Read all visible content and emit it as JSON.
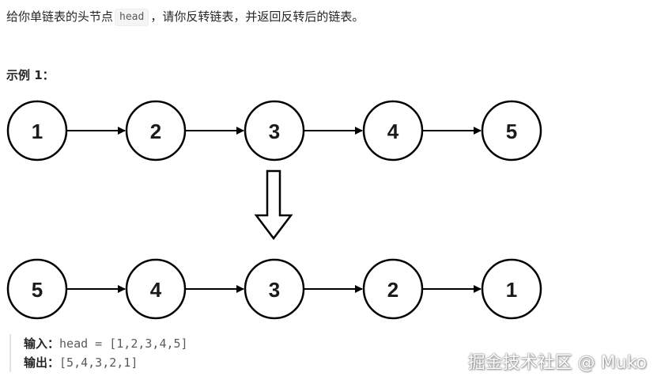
{
  "problem": {
    "before": "给你单链表的头节点",
    "code": "head",
    "after": "，请你反转链表，并返回反转后的链表。"
  },
  "example": {
    "title": "示例 1：",
    "input_label": "输入：",
    "input_value": "head = [1,2,3,4,5]",
    "output_label": "输出：",
    "output_value": "[5,4,3,2,1]"
  },
  "diagram": {
    "top_list": [
      "1",
      "2",
      "3",
      "4",
      "5"
    ],
    "bottom_list": [
      "5",
      "4",
      "3",
      "2",
      "1"
    ]
  },
  "watermark": "掘金技术社区 @ Muko"
}
